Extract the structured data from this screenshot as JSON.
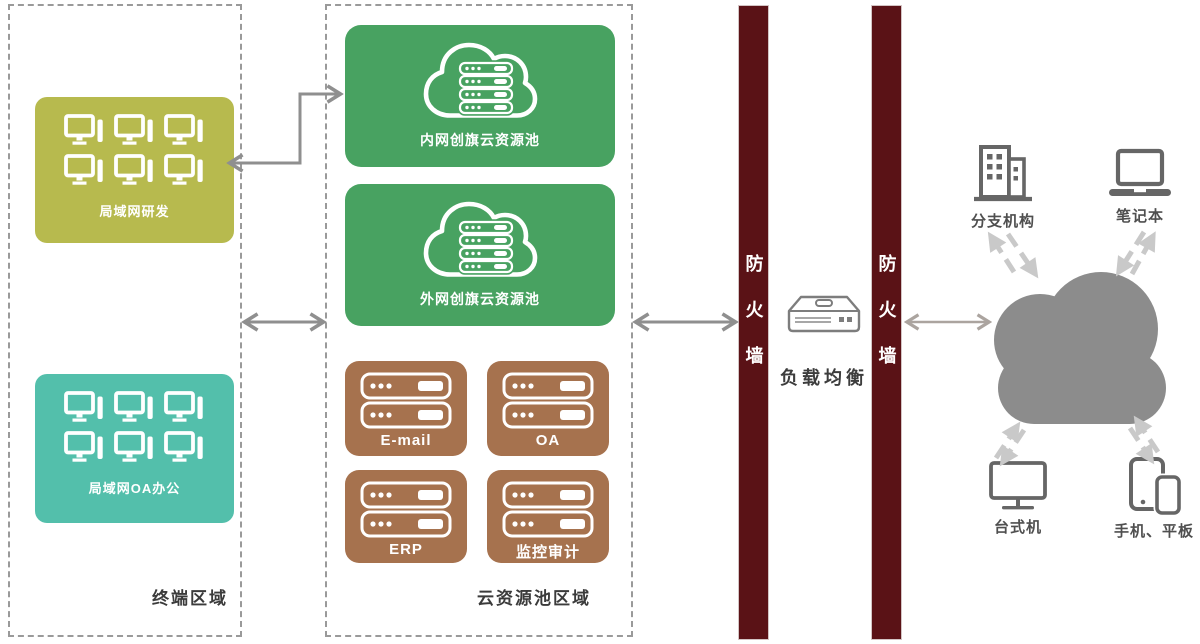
{
  "zones": {
    "terminal": {
      "label": "终端区域"
    },
    "cloud_pool": {
      "label": "云资源池区域"
    }
  },
  "terminal_groups": {
    "research": {
      "label": "局域网研发",
      "color": "#b7ba4e",
      "workstations": 6
    },
    "oa_office": {
      "label": "局域网OA办公",
      "color": "#53bfab",
      "workstations": 6
    }
  },
  "pools": {
    "internal": {
      "label": "内网创旗云资源池",
      "color": "#48a261"
    },
    "external": {
      "label": "外网创旗云资源池",
      "color": "#48a261"
    }
  },
  "apps": {
    "email": {
      "label": "E-mail",
      "color": "#a6724e"
    },
    "oa": {
      "label": "OA",
      "color": "#a6724e"
    },
    "erp": {
      "label": "ERP",
      "color": "#a6724e"
    },
    "audit": {
      "label": "监控审计",
      "color": "#a6724e"
    }
  },
  "firewalls": {
    "left": {
      "label": "防火墙",
      "color": "#5a1216"
    },
    "right": {
      "label": "防火墙",
      "color": "#5a1216"
    }
  },
  "load_balancer": {
    "label": "负载均衡"
  },
  "internet_cloud": {
    "color": "#8c8c8c"
  },
  "devices": {
    "branch": {
      "label": "分支机构",
      "icon": "building-icon"
    },
    "laptop": {
      "label": "笔记本",
      "icon": "laptop-icon"
    },
    "desktop": {
      "label": "台式机",
      "icon": "desktop-icon"
    },
    "mobile": {
      "label": "手机、平板",
      "icon": "phone-tablet-icon"
    }
  },
  "colors": {
    "connector_dark": "#8f8f8f",
    "connector_light": "#aba49f",
    "diagonal_arrows": "#c9c9c9",
    "device_icon": "#666666",
    "zone_border": "#9a9a9a",
    "zone_label_text": "#3b3b3b"
  }
}
